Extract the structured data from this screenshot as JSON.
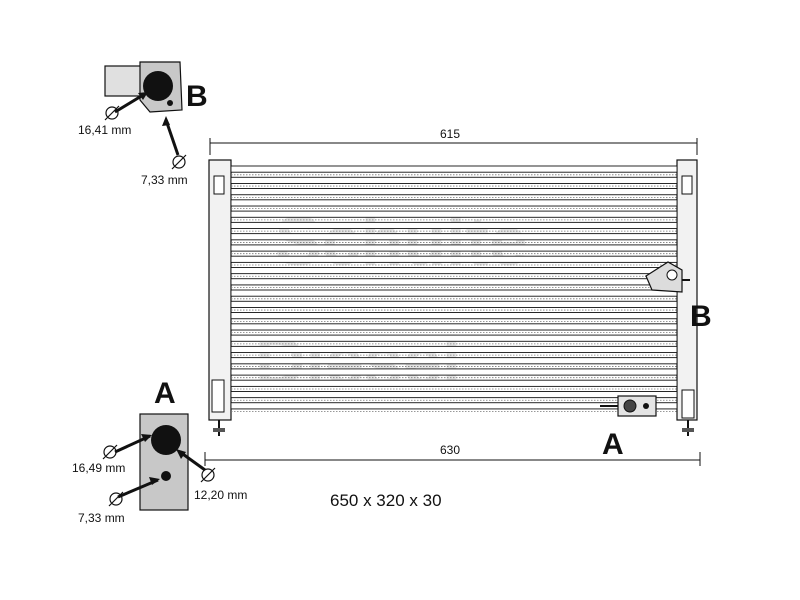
{
  "dimensions": {
    "top_width": "615",
    "bottom_width": "630",
    "overall": "650 x 320 x 30"
  },
  "connector_b": {
    "label": "B",
    "large_diameter": "16,41 mm",
    "small_diameter": "7,33 mm"
  },
  "connector_a": {
    "label": "A",
    "large_diameter": "16,49 mm",
    "side_diameter": "12,20 mm",
    "small_diameter": "7,33 mm"
  },
  "markers": {
    "b_side": "B",
    "a_side": "A"
  },
  "watermark": {
    "line1": "Schulte",
    "line2": "Diesel"
  },
  "colors": {
    "line": "#111111",
    "fill_gray": "#c8c8c8",
    "watermark": "#d0d0d0"
  }
}
